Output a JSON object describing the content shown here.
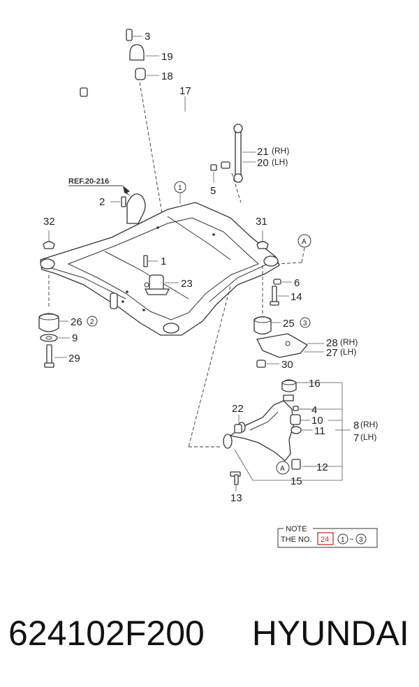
{
  "callouts": {
    "c3": "3",
    "c19": "19",
    "c18": "18",
    "c17": "17",
    "c21": "21",
    "c21_side": "(RH)",
    "c20": "20",
    "c20_side": "(LH)",
    "c5": "5",
    "c1a": "1",
    "c2": "2",
    "c32": "32",
    "c31": "31",
    "cA1": "A",
    "c1": "1",
    "c23": "23",
    "c6": "6",
    "c14": "14",
    "c26": "26",
    "c26_note": "2",
    "c9": "9",
    "c29": "29",
    "c25": "25",
    "c25_note": "3",
    "c28": "28",
    "c28_side": "(RH)",
    "c27": "27",
    "c27_side": "(LH)",
    "c30": "30",
    "c16": "16",
    "c4": "4",
    "c10": "10",
    "c11": "11",
    "c8": "8",
    "c8_side": "(RH)",
    "c7": "7",
    "c7_side": "(LH)",
    "c22": "22",
    "cA2": "A",
    "c12": "12",
    "c15": "15",
    "c13": "13"
  },
  "ref_label": "REF.20-216",
  "note": {
    "title": "NOTE",
    "prefix": "THE NO.",
    "highlight": "24",
    "range_start": "1",
    "tilde": "~",
    "range_end": "3"
  },
  "footer": {
    "part_number": "624102F200",
    "brand": "HYUNDAI"
  },
  "colors": {
    "line": "#333333",
    "highlight_box": "#d0302e"
  }
}
